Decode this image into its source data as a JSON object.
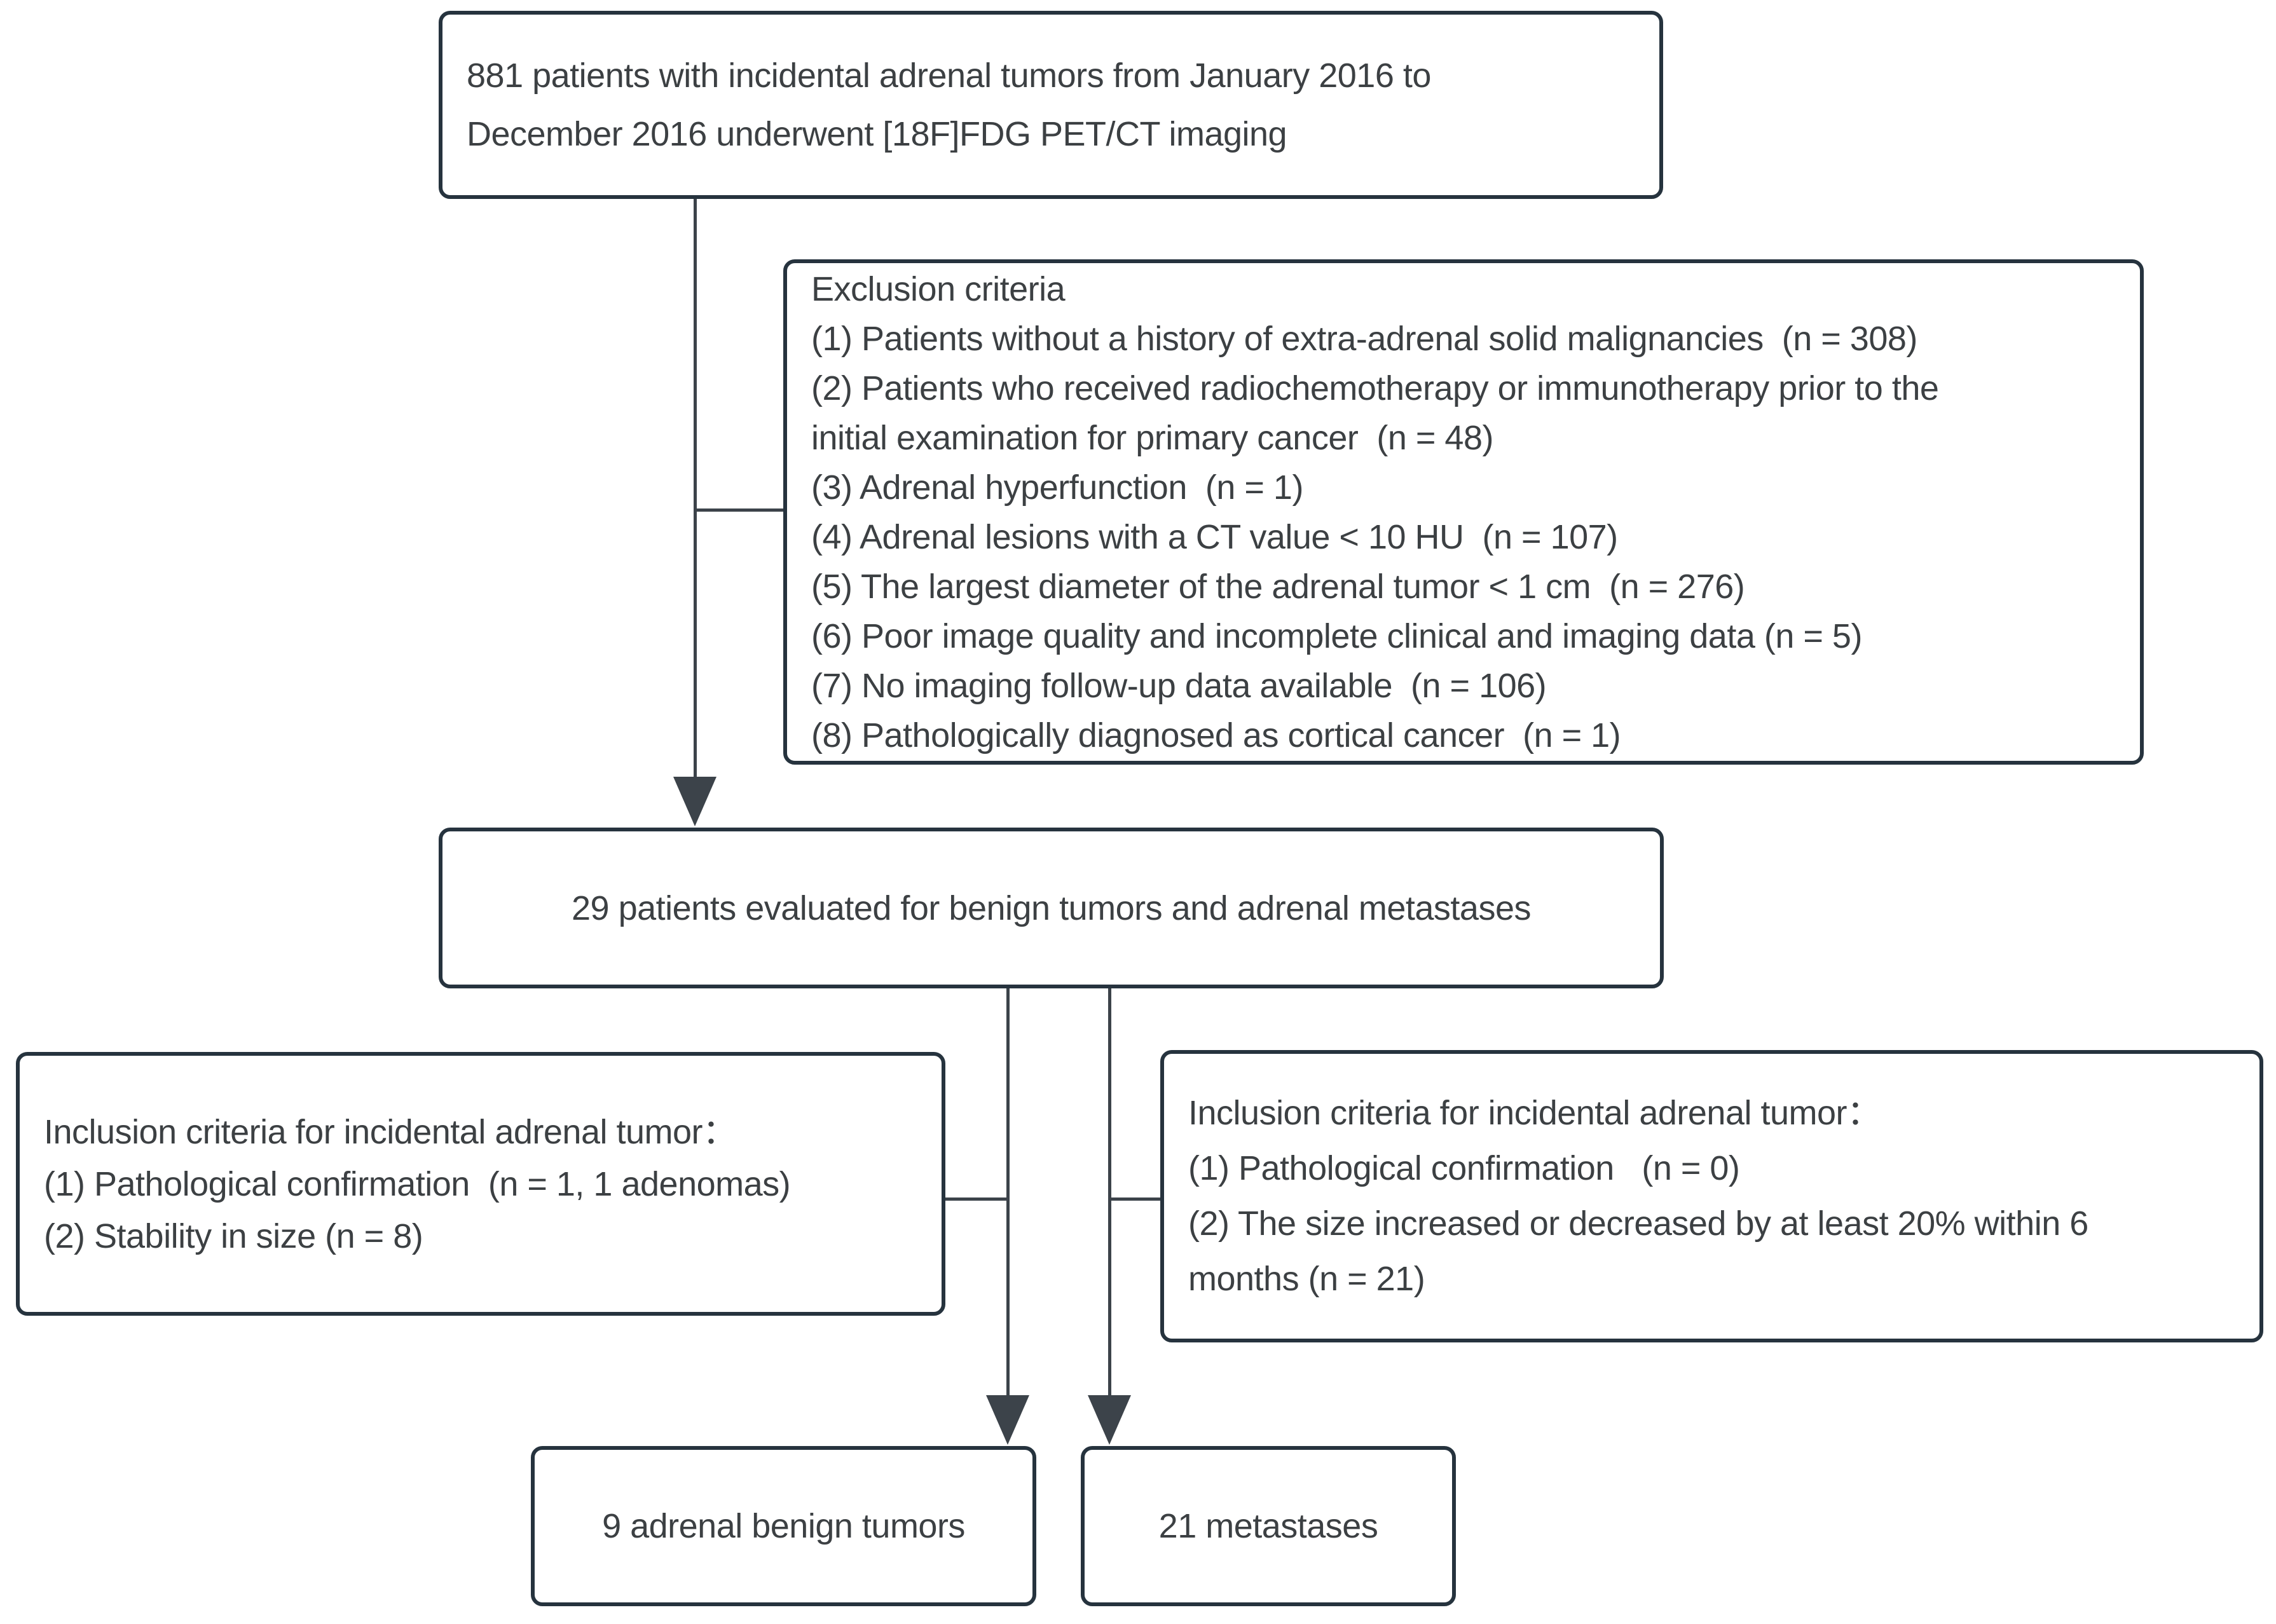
{
  "diagram": {
    "type": "patient-flowchart",
    "colors": {
      "border": "#26333e",
      "line": "#3c434a",
      "text": "#3c4043",
      "background": "#ffffff"
    },
    "nodes": {
      "initial": {
        "lines": [
          "881 patients with incidental adrenal tumors from January 2016 to",
          "December 2016 underwent [18F]FDG PET/CT imaging"
        ]
      },
      "exclusion": {
        "lines": [
          "Exclusion criteria",
          "(1) Patients without a history of extra-adrenal solid malignancies  (n = 308)",
          "(2) Patients who received radiochemotherapy or immunotherapy prior to the",
          "initial examination for primary cancer  (n = 48)",
          "(3) Adrenal hyperfunction  (n = 1)",
          "(4) Adrenal lesions with a CT value < 10 HU  (n = 107)",
          "(5) The largest diameter of the adrenal tumor < 1 cm  (n = 276)",
          "(6) Poor image quality and incomplete clinical and imaging data (n = 5)",
          "(7) No imaging follow-up data available  (n = 106)",
          "(8) Pathologically diagnosed as cortical cancer  (n = 1)"
        ]
      },
      "evaluated": {
        "text": "29 patients evaluated for benign tumors and adrenal metastases"
      },
      "inclusion_benign": {
        "lines": [
          "Inclusion criteria for incidental adrenal tumor：",
          "(1) Pathological confirmation  (n = 1, 1 adenomas)",
          "(2) Stability in size (n = 8)"
        ]
      },
      "inclusion_mets": {
        "lines": [
          "Inclusion criteria for incidental adrenal tumor：",
          "(1) Pathological confirmation   (n = 0)",
          "(2) The size increased or decreased by at least 20% within 6",
          "months (n = 21)"
        ]
      },
      "benign": {
        "text": "9 adrenal benign tumors"
      },
      "metastases": {
        "text": "21 metastases"
      }
    }
  }
}
